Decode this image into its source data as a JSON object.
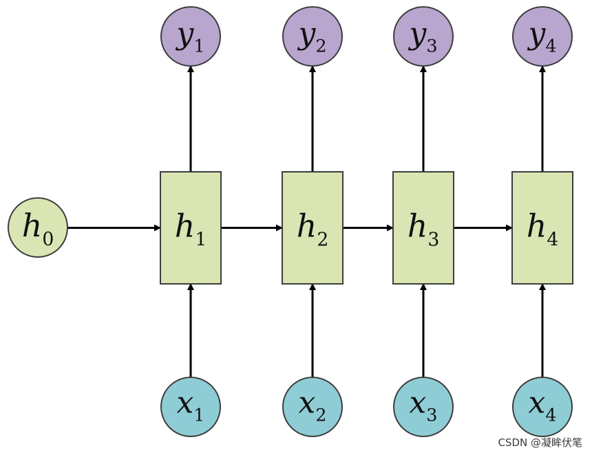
{
  "colors": {
    "hidden_fill": "#d9e6b4",
    "hidden_stroke": "#3c3c3c",
    "output_fill": "#b8a6cf",
    "input_fill": "#8fcdd6",
    "h0_fill": "#d9e6b4",
    "arrow": "#000000"
  },
  "h0": {
    "letter": "h",
    "sub": "0"
  },
  "hidden": [
    {
      "letter": "h",
      "sub": "1"
    },
    {
      "letter": "h",
      "sub": "2"
    },
    {
      "letter": "h",
      "sub": "3"
    },
    {
      "letter": "h",
      "sub": "4"
    }
  ],
  "outputs": [
    {
      "letter": "y",
      "sub": "1"
    },
    {
      "letter": "y",
      "sub": "2"
    },
    {
      "letter": "y",
      "sub": "3"
    },
    {
      "letter": "y",
      "sub": "4"
    }
  ],
  "inputs": [
    {
      "letter": "x",
      "sub": "1"
    },
    {
      "letter": "x",
      "sub": "2"
    },
    {
      "letter": "x",
      "sub": "3"
    },
    {
      "letter": "x",
      "sub": "4"
    }
  ],
  "watermark": "CSDN @凝眸伏笔"
}
